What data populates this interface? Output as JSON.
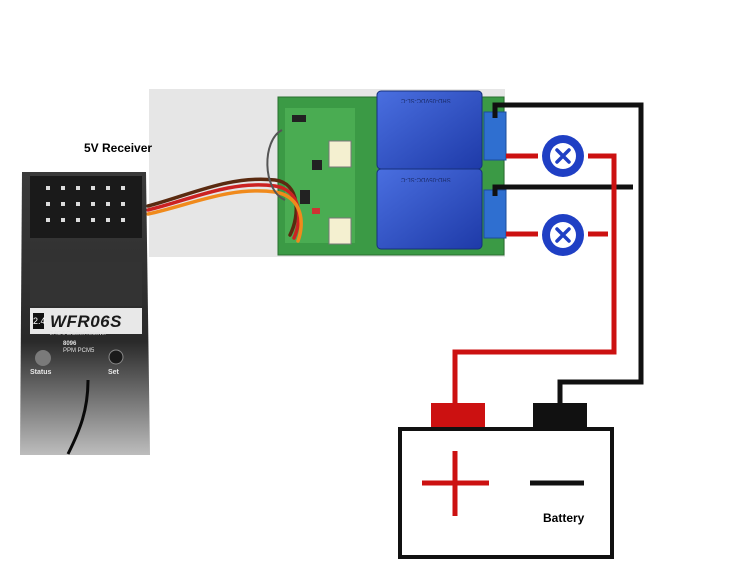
{
  "labels": {
    "receiver": "5V Receiver",
    "battery": "Battery"
  },
  "receiver": {
    "model": "WFR06S",
    "badge": "2.4",
    "subtitle": "2.4G 6 Channel Receiver",
    "frequency": "8096",
    "mode": "PPM PCM5",
    "status_label": "Status",
    "set_label": "Set"
  },
  "relay_module": {
    "relay_marking": "SRD-05VDC-SL-C"
  },
  "battery": {
    "plus_symbol": "+",
    "minus_symbol": "−"
  },
  "colors": {
    "positive_wire": "#cc1111",
    "negative_wire": "#111111",
    "lamp_blue": "#1f3fc4",
    "relay_blue": "#2f55c8",
    "pcb_green": "#2e8a3a",
    "receiver_body": "#2b2b2b",
    "servo_orange": "#f08a1c",
    "servo_red": "#cc2222",
    "servo_brown": "#5a2a10"
  },
  "icons": {
    "lamp": "lamp-x-icon",
    "battery": "battery-icon"
  }
}
